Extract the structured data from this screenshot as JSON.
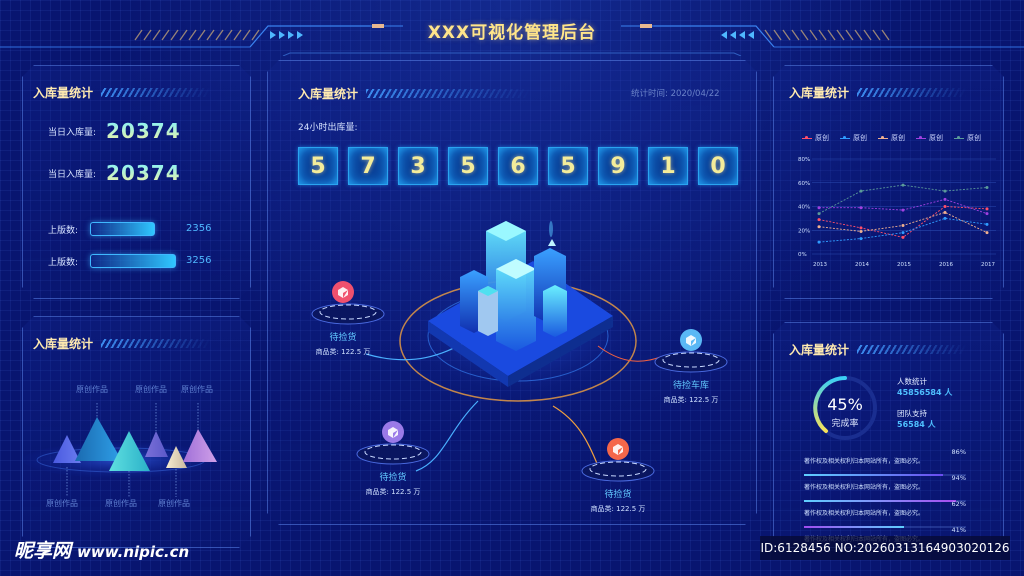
{
  "header": {
    "title": "XXX可视化管理后台"
  },
  "left_top": {
    "title": "入库量统计",
    "rows": [
      {
        "label": "当日入库量:",
        "value": "20374"
      },
      {
        "label": "当日入库量:",
        "value": "20374"
      }
    ],
    "bars": [
      {
        "label": "上版数:",
        "value": "2356",
        "pct": 74
      },
      {
        "label": "上版数:",
        "value": "3256",
        "pct": 100
      }
    ]
  },
  "left_bottom": {
    "title": "入库量统计",
    "top_labels": [
      "原创作品",
      "原创作品",
      "原创作品"
    ],
    "bottom_labels": [
      "原创作品",
      "原创作品",
      "原创作品"
    ]
  },
  "center": {
    "title": "入库量统计",
    "stat_time": "统计时间: 2020/04/22",
    "digits_label": "24小时出库量:",
    "digits": [
      "5",
      "7",
      "3",
      "5",
      "6",
      "5",
      "9",
      "1",
      "0"
    ],
    "nodes": [
      {
        "title": "待捡货",
        "sub": "商品类: 122.5 万",
        "color": "#f0506e"
      },
      {
        "title": "待捡车库",
        "sub": "商品类: 122.5 万",
        "color": "#5ab8f5"
      },
      {
        "title": "待捡货",
        "sub": "商品类: 122.5 万",
        "color": "#9a7ae8"
      },
      {
        "title": "待捡货",
        "sub": "商品类: 122.5 万",
        "color": "#f5674a"
      }
    ]
  },
  "right_top": {
    "title": "入库量统计"
  },
  "right_bottom": {
    "title": "入库量统计",
    "gauge": {
      "value": "45%",
      "label": "完成率",
      "pct": 45
    },
    "stats": [
      {
        "label": "人数统计",
        "value": "45856584 人"
      },
      {
        "label": "团队支持",
        "value": "56584 人"
      }
    ],
    "progress": [
      {
        "label": "著作权及相关权利归本网站所有，盗图必究。",
        "pct_label": "86%",
        "pct": 86,
        "color": "#5fd0ff",
        "color2": "#6a4cf0"
      },
      {
        "label": "著作权及相关权利归本网站所有，盗图必究。",
        "pct_label": "94%",
        "pct": 94,
        "color": "#5fd0ff",
        "color2": "#a84cf0"
      },
      {
        "label": "著作权及相关权利归本网站所有，盗图必究。",
        "pct_label": "62%",
        "pct": 62,
        "color": "#a04cf0",
        "color2": "#5fd0ff"
      },
      {
        "label": "著作权及相关权利归本网站所有，盗图必究。",
        "pct_label": "41%",
        "pct": 41,
        "color": "#f08040",
        "color2": "#f0c040"
      }
    ]
  },
  "chart_data": {
    "type": "line",
    "title": "入库量统计",
    "x": [
      "2013",
      "2014",
      "2015",
      "2016",
      "2017"
    ],
    "yticks": [
      "0%",
      "20%",
      "40%",
      "60%",
      "80%"
    ],
    "ylim": [
      0,
      80
    ],
    "grid": true,
    "legend_position": "top",
    "series": [
      {
        "name": "原创",
        "color": "#ff4f6a",
        "values": [
          29,
          22,
          14,
          40,
          38
        ]
      },
      {
        "name": "原创",
        "color": "#2f9bff",
        "values": [
          10,
          13,
          18,
          30,
          25
        ]
      },
      {
        "name": "原创",
        "color": "#f0b090",
        "values": [
          23,
          19,
          24,
          35,
          18
        ]
      },
      {
        "name": "原创",
        "color": "#a040e0",
        "values": [
          39,
          39,
          37,
          46,
          34
        ]
      },
      {
        "name": "原创",
        "color": "#5a9a9a",
        "values": [
          34,
          53,
          58,
          53,
          56
        ]
      }
    ]
  },
  "watermark": {
    "logo": "昵享网",
    "url": "www.nipic.cn",
    "id": "ID:6128456 NO:20260313164903020126"
  }
}
